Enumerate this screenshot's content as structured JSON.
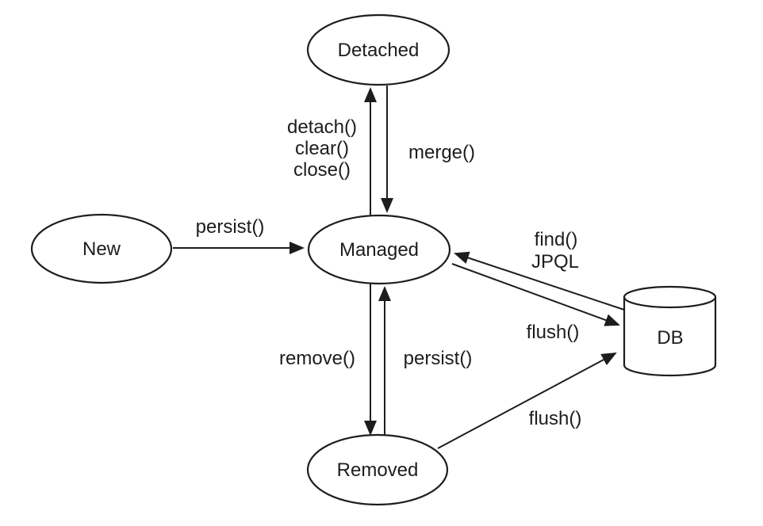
{
  "diagram": {
    "type": "state-diagram",
    "subject": "entity lifecycle states",
    "colors": {
      "background": "#ffffff",
      "line": "#1d1d1d",
      "text": "#1d1d1d",
      "node_fill": "#ffffff"
    },
    "nodes": {
      "detached": {
        "label": "Detached",
        "shape": "ellipse"
      },
      "new": {
        "label": "New",
        "shape": "ellipse"
      },
      "managed": {
        "label": "Managed",
        "shape": "ellipse"
      },
      "removed": {
        "label": "Removed",
        "shape": "ellipse"
      },
      "db": {
        "label": "DB",
        "shape": "cylinder"
      }
    },
    "edges": {
      "new_to_managed": {
        "from": "New",
        "to": "Managed",
        "label": "persist()"
      },
      "managed_to_detached": {
        "from": "Managed",
        "to": "Detached",
        "labels": [
          "detach()",
          "clear()",
          "close()"
        ]
      },
      "detached_to_managed": {
        "from": "Detached",
        "to": "Managed",
        "label": "merge()"
      },
      "managed_to_removed": {
        "from": "Managed",
        "to": "Removed",
        "label": "remove()"
      },
      "removed_to_managed": {
        "from": "Removed",
        "to": "Managed",
        "label": "persist()"
      },
      "db_to_managed": {
        "from": "DB",
        "to": "Managed",
        "labels": [
          "find()",
          "JPQL"
        ]
      },
      "managed_to_db": {
        "from": "Managed",
        "to": "DB",
        "label": "flush()"
      },
      "removed_to_db": {
        "from": "Removed",
        "to": "DB",
        "label": "flush()"
      }
    }
  }
}
